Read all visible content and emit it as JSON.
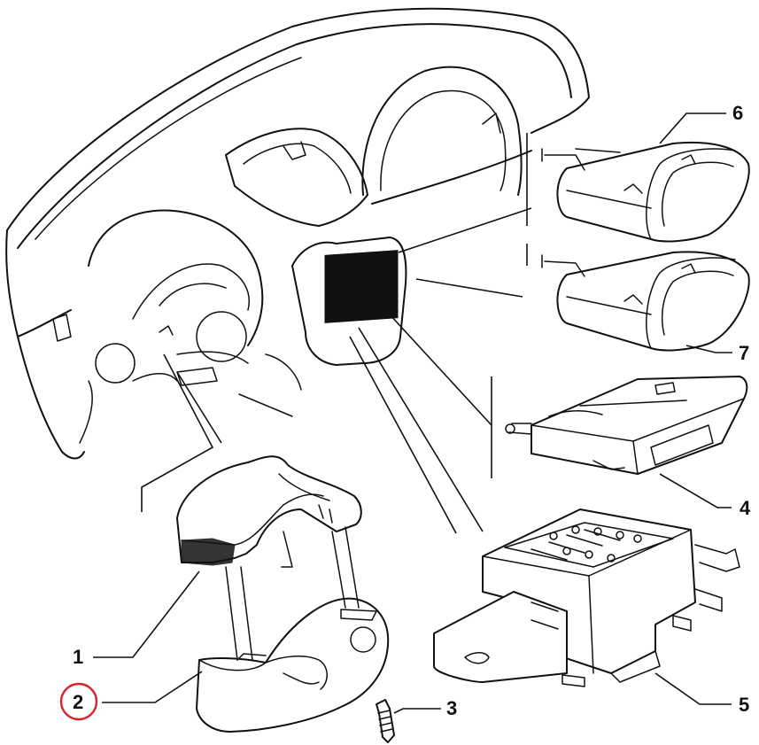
{
  "callouts": [
    {
      "id": "1",
      "label": "1"
    },
    {
      "id": "2",
      "label": "2",
      "highlighted": true
    },
    {
      "id": "3",
      "label": "3"
    },
    {
      "id": "4",
      "label": "4"
    },
    {
      "id": "5",
      "label": "5"
    },
    {
      "id": "6",
      "label": "6"
    },
    {
      "id": "7",
      "label": "7"
    }
  ],
  "colors": {
    "line": "#111111",
    "background": "#ffffff",
    "highlight": "#d9232d"
  }
}
